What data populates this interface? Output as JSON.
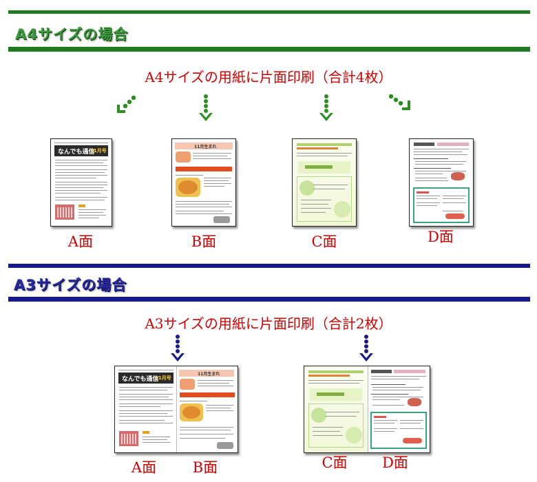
{
  "colors": {
    "a4_bar": "#1f7a1f",
    "a3_bar": "#161a8a",
    "a4_title_text": "#3b9b3b",
    "a3_title_text": "#2a2aa0",
    "label_red": "#d40000",
    "arrow_green": "#2a8f1f",
    "arrow_blue": "#1a1a8c"
  },
  "a4_section": {
    "title": "A4サイズの場合",
    "subtitle": "A4サイズの用紙に片面印刷（合計4枚）",
    "pages": [
      {
        "label": "A面",
        "arrow": "down-left-arrow-icon"
      },
      {
        "label": "B面",
        "arrow": "down-arrow-icon"
      },
      {
        "label": "C面",
        "arrow": "down-arrow-icon"
      },
      {
        "label": "D面",
        "arrow": "down-right-arrow-icon"
      }
    ]
  },
  "a3_section": {
    "title": "A3サイズの場合",
    "subtitle": "A3サイズの用紙に片面印刷（合計2枚）",
    "sheets": [
      {
        "labels": [
          "A面",
          "B面"
        ],
        "arrow": "down-arrow-icon"
      },
      {
        "labels": [
          "C面",
          "D面"
        ],
        "arrow": "down-arrow-icon"
      }
    ]
  },
  "newsletter": {
    "title": "なんでも通信",
    "month": "11月号",
    "page_b_heading": "11月生まれ"
  }
}
